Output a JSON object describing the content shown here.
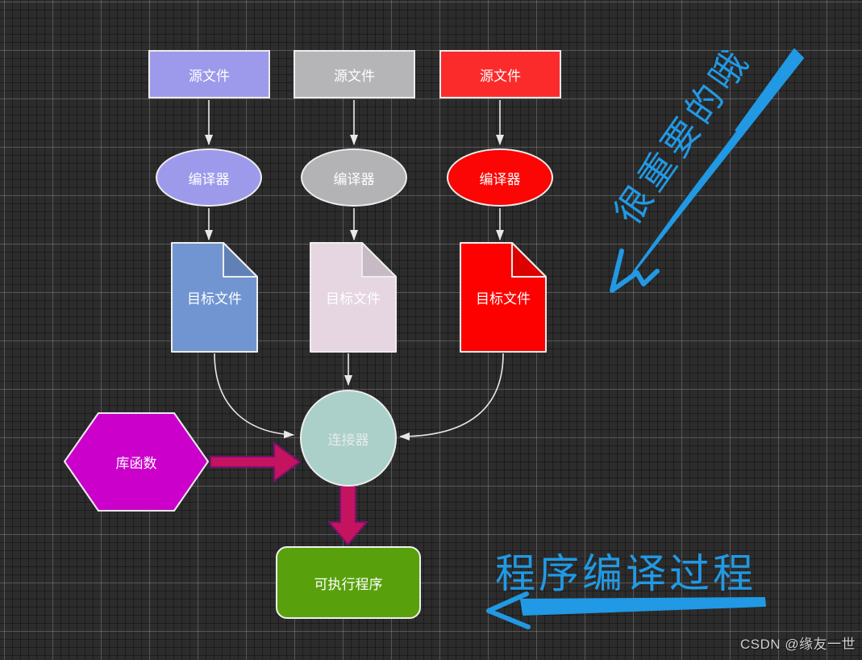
{
  "canvas": {
    "background": "#2c2c2c"
  },
  "columns": [
    {
      "source": {
        "label": "源文件",
        "fill": "#9d9aeb"
      },
      "compiler": {
        "label": "编译器",
        "fill": "#9d9aeb"
      },
      "object": {
        "label": "目标文件",
        "fill": "#7095d1"
      }
    },
    {
      "source": {
        "label": "源文件",
        "fill": "#b5b4b6"
      },
      "compiler": {
        "label": "编译器",
        "fill": "#b3b2b4"
      },
      "object": {
        "label": "目标文件",
        "fill": "#e5d6e2"
      }
    },
    {
      "source": {
        "label": "源文件",
        "fill": "#fc2b2b"
      },
      "compiler": {
        "label": "编译器",
        "fill": "#fb0505"
      },
      "object": {
        "label": "目标文件",
        "fill": "#fd0101"
      }
    }
  ],
  "library": {
    "label": "库函数",
    "fill": "#cb01cb"
  },
  "linker": {
    "label": "连接器",
    "fill": "#abcfc9"
  },
  "executable": {
    "label": "可执行程序",
    "fill": "#58a10d"
  },
  "annotations": {
    "note": {
      "text": "很重要的哦",
      "color": "#2199e4"
    },
    "title": {
      "text": "程序编译过程",
      "color": "#2199e4"
    }
  },
  "watermark": {
    "text": "CSDN @缘友一世"
  },
  "palette": {
    "shape_border": "#ededed",
    "connector_arrow": "#e8e8e8",
    "thick_arrow_fill": "#c4135f",
    "thick_arrow_stroke": "#7a1070",
    "ink_blue": "#2199e4",
    "grid_minor": "#242424",
    "grid_major": "#6f6f6f"
  }
}
